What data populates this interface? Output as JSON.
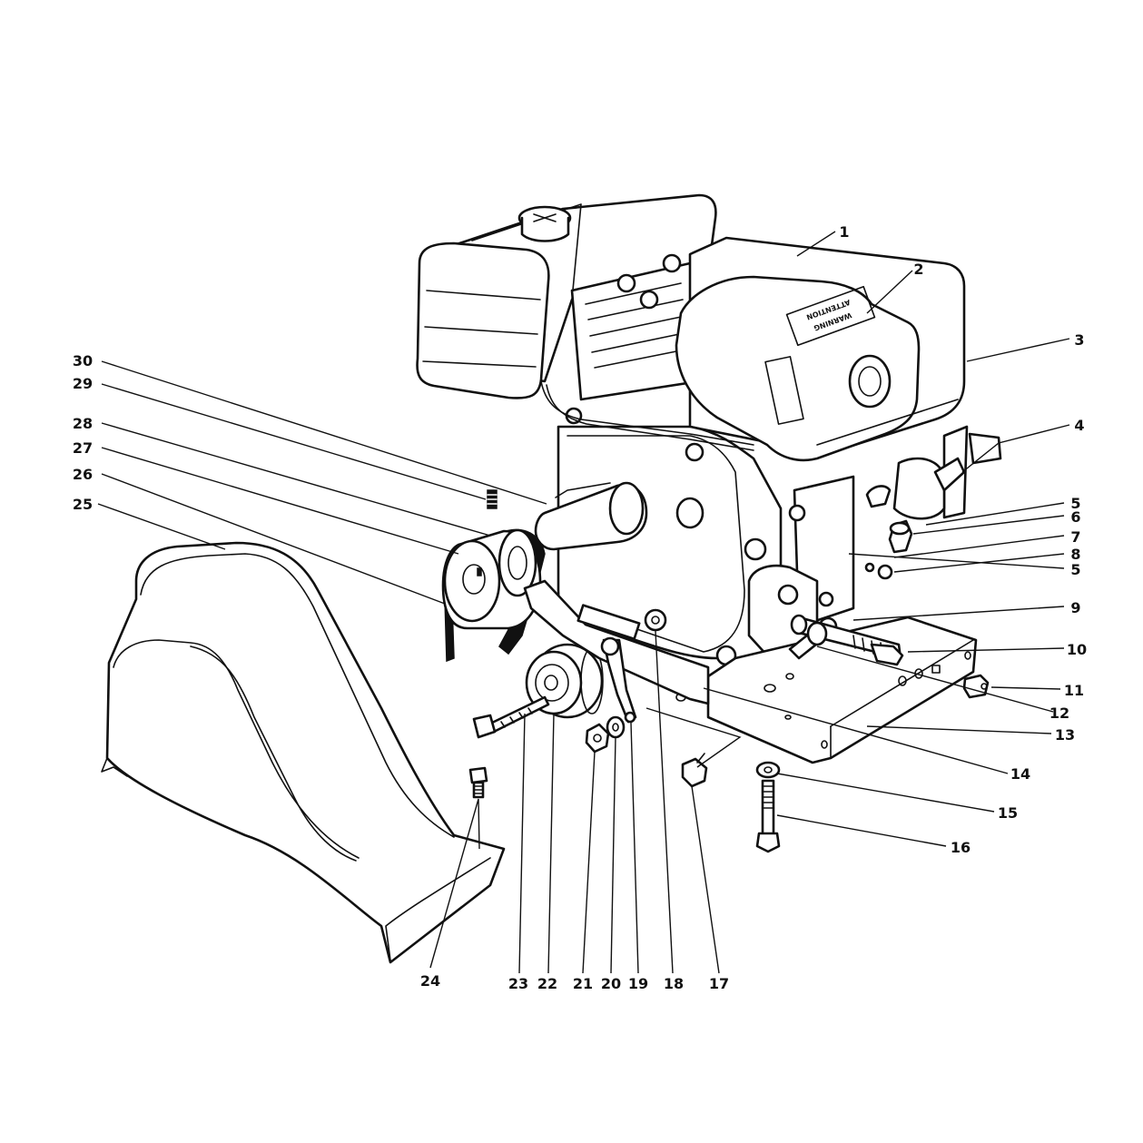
{
  "diagram": {
    "callouts": [
      {
        "id": "1",
        "label": "1"
      },
      {
        "id": "2",
        "label": "2"
      },
      {
        "id": "3",
        "label": "3"
      },
      {
        "id": "4",
        "label": "4"
      },
      {
        "id": "5a",
        "label": "5"
      },
      {
        "id": "6",
        "label": "6"
      },
      {
        "id": "7",
        "label": "7"
      },
      {
        "id": "8",
        "label": "8"
      },
      {
        "id": "5b",
        "label": "5"
      },
      {
        "id": "9",
        "label": "9"
      },
      {
        "id": "10",
        "label": "10"
      },
      {
        "id": "11",
        "label": "11"
      },
      {
        "id": "12",
        "label": "12"
      },
      {
        "id": "13",
        "label": "13"
      },
      {
        "id": "14",
        "label": "14"
      },
      {
        "id": "15",
        "label": "15"
      },
      {
        "id": "16",
        "label": "16"
      },
      {
        "id": "17",
        "label": "17"
      },
      {
        "id": "18",
        "label": "18"
      },
      {
        "id": "19",
        "label": "19"
      },
      {
        "id": "20",
        "label": "20"
      },
      {
        "id": "21",
        "label": "21"
      },
      {
        "id": "22",
        "label": "22"
      },
      {
        "id": "23",
        "label": "23"
      },
      {
        "id": "24",
        "label": "24"
      },
      {
        "id": "25",
        "label": "25"
      },
      {
        "id": "26",
        "label": "26"
      },
      {
        "id": "27",
        "label": "27"
      },
      {
        "id": "28",
        "label": "28"
      },
      {
        "id": "29",
        "label": "29"
      },
      {
        "id": "30",
        "label": "30"
      }
    ],
    "decal": {
      "line1": "WARNING",
      "line2": "ATTENTION"
    }
  }
}
